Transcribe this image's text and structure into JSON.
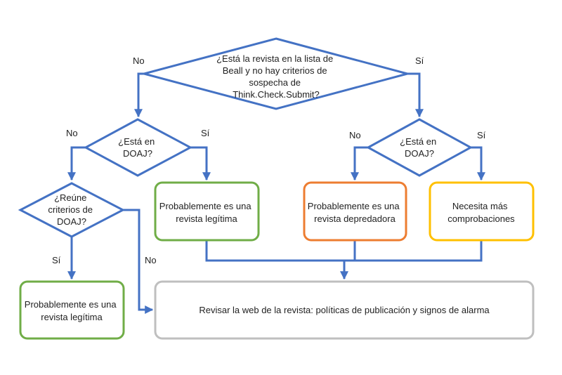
{
  "colors": {
    "connector": "#4472C4",
    "legit": "#70AD47",
    "predatory": "#ED7D31",
    "check": "#FFC000",
    "review": "#BFBFBF"
  },
  "decisions": {
    "top": [
      "¿Está la revista en la lista de",
      "Beall y no hay criterios de",
      "sospecha de",
      "Think.Check.Submit?"
    ],
    "doaj_left": [
      "¿Está en",
      "DOAJ?"
    ],
    "doaj_right": [
      "¿Está en",
      "DOAJ?"
    ],
    "meets_criteria": [
      "¿Reúne",
      "criterios de",
      "DOAJ?"
    ]
  },
  "branch_labels": {
    "top_no": "No",
    "top_yes": "Sí",
    "doaj_left_no": "No",
    "doaj_left_yes": "Sí",
    "doaj_right_no": "No",
    "doaj_right_yes": "Sí",
    "criteria_yes": "Sí",
    "criteria_no": "No"
  },
  "outcomes": {
    "legit_middle": [
      "Probablemente es una",
      "revista legítima"
    ],
    "predatory": [
      "Probablemente es una",
      "revista depredadora"
    ],
    "needs_check": [
      "Necesita más",
      "comprobaciones"
    ],
    "legit_bottom": [
      "Probablemente es una",
      "revista legítima"
    ],
    "review": [
      "Revisar la web de la revista: políticas de publicación y signos de alarma"
    ]
  }
}
